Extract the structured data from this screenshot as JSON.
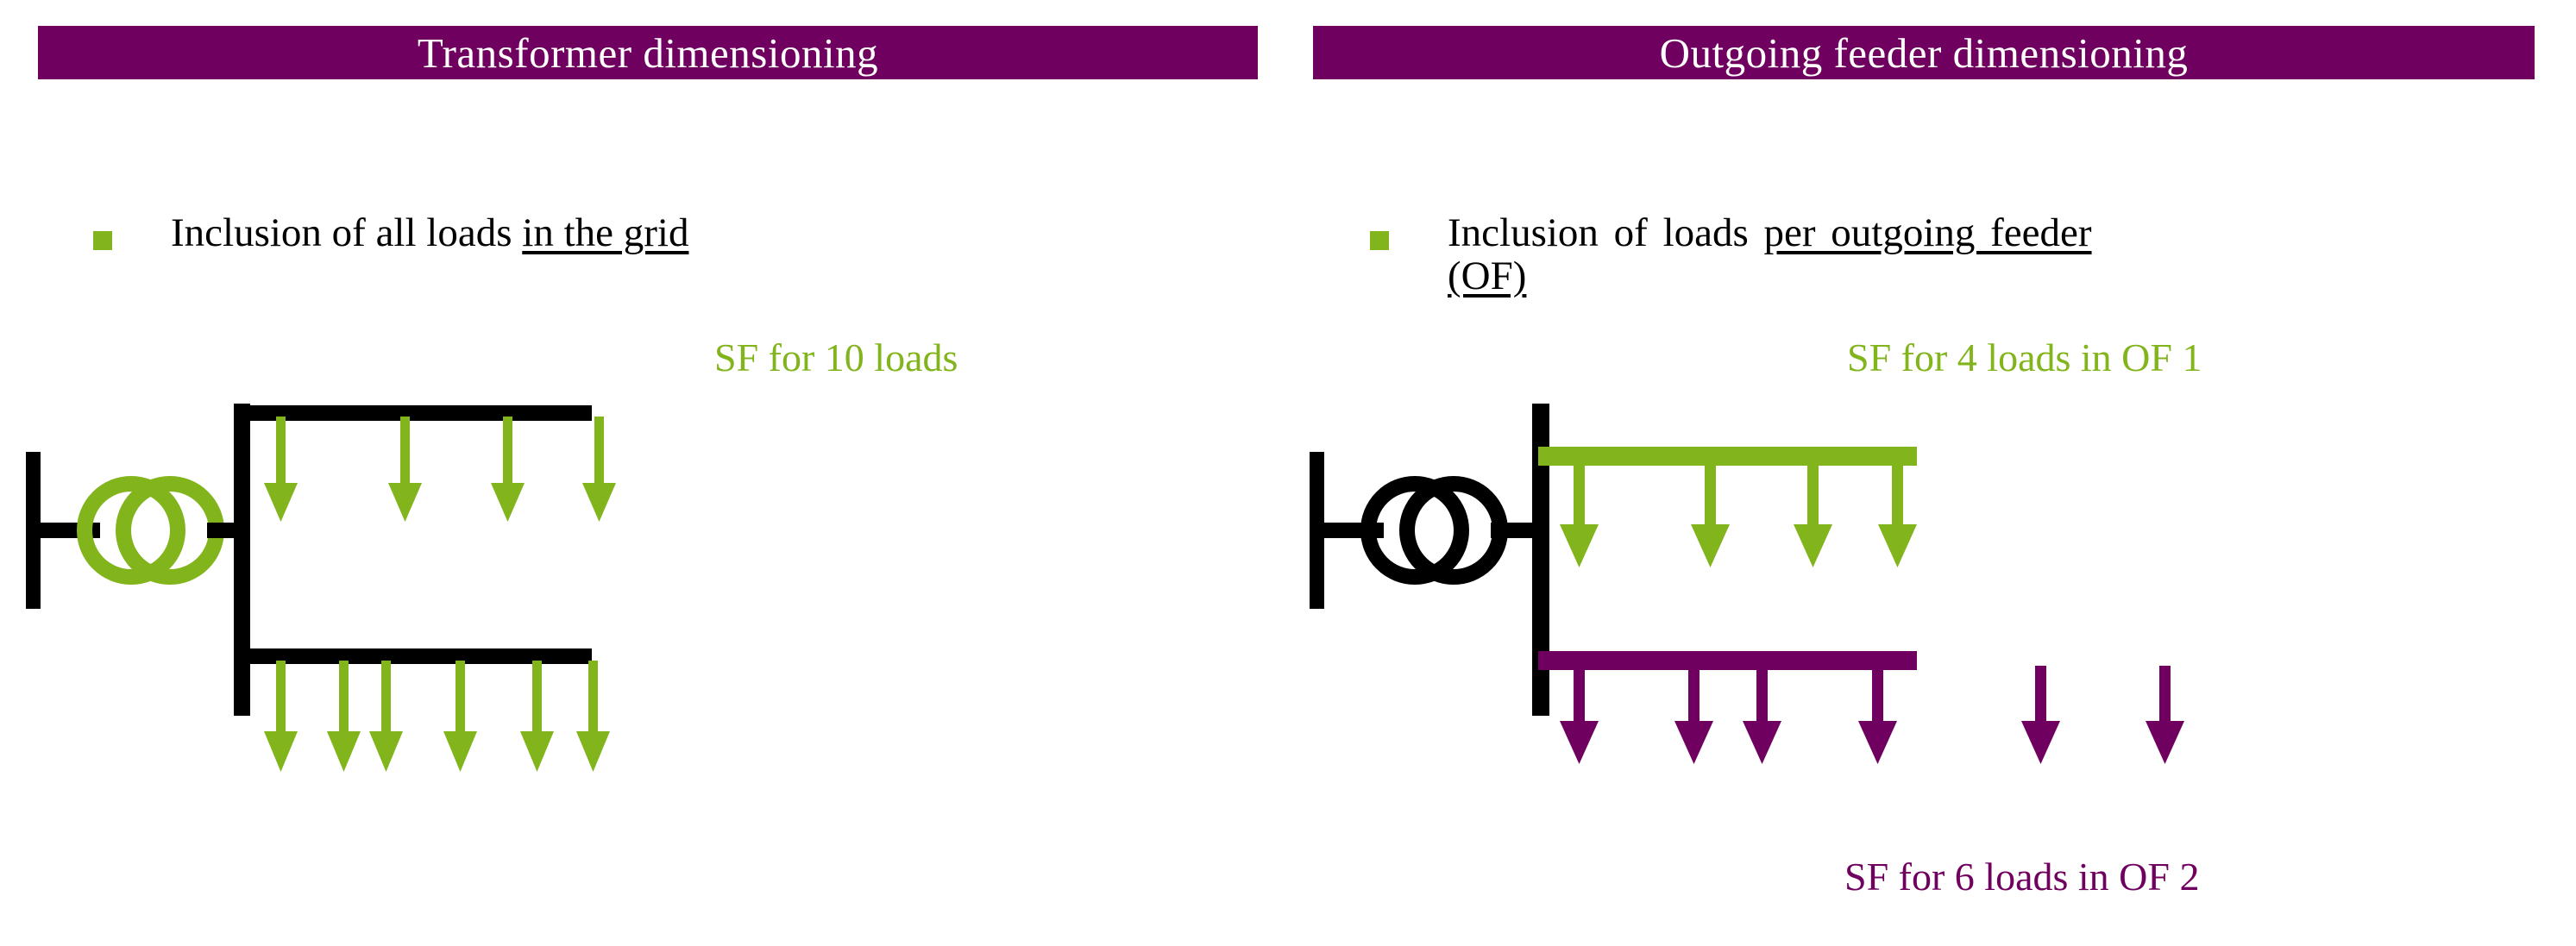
{
  "colors": {
    "purple": "#70005F",
    "green": "#82B41C",
    "black": "#000000",
    "white": "#FFFFFF"
  },
  "panels": {
    "left": {
      "title": "Transformer dimensioning",
      "bullet": {
        "plain": "Inclusion of all loads ",
        "underlined": "in the grid"
      },
      "sf_label": "SF for 10 loads",
      "diagram": {
        "transformer_color": "#82B41C",
        "busbar_color": "#000000",
        "feeders": [
          {
            "name": "upper-feeder",
            "color": "#000000",
            "arrow_color": "#82B41C",
            "arrow_count": 4
          },
          {
            "name": "lower-feeder",
            "color": "#000000",
            "arrow_color": "#82B41C",
            "arrow_count": 6
          }
        ],
        "total_loads": 10
      }
    },
    "right": {
      "title": "Outgoing feeder  dimensioning",
      "bullet": {
        "plain": "Inclusion  of  loads  ",
        "underlined_line1": "per  outgoing feeder",
        "underlined_line2": "(OF)"
      },
      "sf_label_top": "SF for 4 loads in OF 1",
      "sf_label_bottom": "SF for 6 loads in OF 2",
      "diagram": {
        "transformer_color": "#000000",
        "busbar_color": "#000000",
        "feeders": [
          {
            "name": "outgoing-feeder-1",
            "color": "#82B41C",
            "arrow_color": "#82B41C",
            "arrow_count": 4,
            "label": "OF 1"
          },
          {
            "name": "outgoing-feeder-2",
            "color": "#70005F",
            "arrow_color": "#70005F",
            "arrow_count": 6,
            "label": "OF 2"
          }
        ],
        "total_loads": 10
      }
    }
  },
  "chart_data": {
    "type": "diagram",
    "title": "Simultaneity factor (SF) application: transformer vs outgoing feeder dimensioning",
    "series": [
      {
        "name": "Transformer dimensioning",
        "loads_considered": 10,
        "scope": "all loads in the grid",
        "sf_groups": [
          {
            "label": "SF for 10 loads",
            "loads": 10
          }
        ]
      },
      {
        "name": "Outgoing feeder dimensioning",
        "loads_considered": 10,
        "scope": "loads per outgoing feeder (OF)",
        "sf_groups": [
          {
            "label": "SF for 4 loads in OF 1",
            "loads": 4
          },
          {
            "label": "SF for 6 loads in OF 2",
            "loads": 6
          }
        ]
      }
    ]
  }
}
